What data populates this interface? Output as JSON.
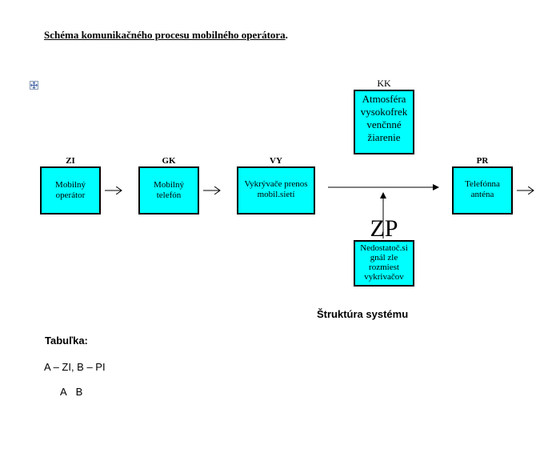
{
  "title": {
    "underlined": "Schéma komunikačného procesu mobilného operátora",
    "suffix": "."
  },
  "icons": {
    "move_handle": "move-cross-icon"
  },
  "nodes": {
    "zi": {
      "code": "ZI",
      "lines": [
        "Mobilný",
        "operátor"
      ]
    },
    "gk": {
      "code": "GK",
      "lines": [
        "Mobilný",
        "telefón"
      ]
    },
    "vy": {
      "code": "VY",
      "lines": [
        "Vykrývače prenos",
        "mobil.sietí"
      ]
    },
    "kk": {
      "code": "KK",
      "lines": [
        "Atmosféra",
        "vysokofrek",
        "venčnné",
        "žiarenie"
      ]
    },
    "pr": {
      "code": "PR",
      "lines": [
        "Telefónna",
        "anténa"
      ]
    },
    "zp": {
      "code": "ZP",
      "lines": [
        "Nedostatoč.si",
        "gnál zle",
        "rozmiest",
        "vykrivačov"
      ]
    }
  },
  "colors": {
    "box_fill": "#00ffff",
    "box_border": "#000000"
  },
  "subtitle": "Štruktúra systému",
  "table_label": "Tabuľka:",
  "legend": "A – ZI, B – PI",
  "ab_labels": "A B"
}
